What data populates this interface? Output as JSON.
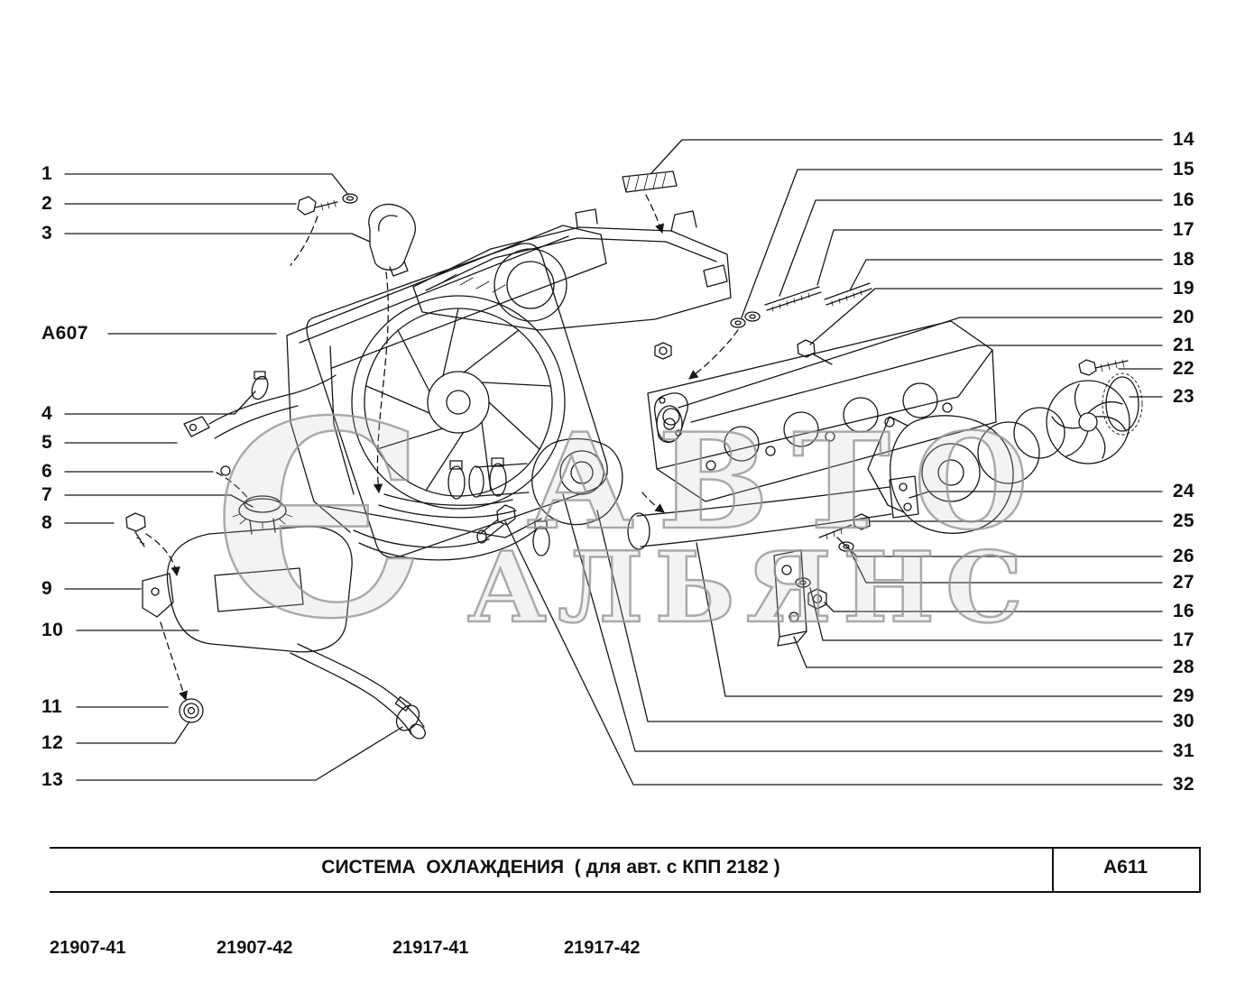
{
  "watermark": {
    "logo": "Є",
    "line1": "АВТО",
    "line2": "АЛЬЯНС"
  },
  "callouts": {
    "left": [
      {
        "label": "1"
      },
      {
        "label": "2"
      },
      {
        "label": "3"
      },
      {
        "label": "A607"
      },
      {
        "label": "4"
      },
      {
        "label": "5"
      },
      {
        "label": "6"
      },
      {
        "label": "7"
      },
      {
        "label": "8"
      },
      {
        "label": "9"
      },
      {
        "label": "10"
      },
      {
        "label": "11"
      },
      {
        "label": "12"
      },
      {
        "label": "13"
      }
    ],
    "right": [
      {
        "label": "14"
      },
      {
        "label": "15"
      },
      {
        "label": "16"
      },
      {
        "label": "17"
      },
      {
        "label": "18"
      },
      {
        "label": "19"
      },
      {
        "label": "20"
      },
      {
        "label": "21"
      },
      {
        "label": "22"
      },
      {
        "label": "23"
      },
      {
        "label": "24"
      },
      {
        "label": "25"
      },
      {
        "label": "26"
      },
      {
        "label": "27"
      },
      {
        "label": "16"
      },
      {
        "label": "17"
      },
      {
        "label": "28"
      },
      {
        "label": "29"
      },
      {
        "label": "30"
      },
      {
        "label": "31"
      },
      {
        "label": "32"
      }
    ]
  },
  "footer": {
    "title": "СИСТЕМА  ОХЛАЖДЕНИЯ  ( для авт. с КПП 2182 )",
    "code": "A611",
    "models": [
      "21907-41",
      "21907-42",
      "21917-41",
      "21917-42"
    ]
  }
}
